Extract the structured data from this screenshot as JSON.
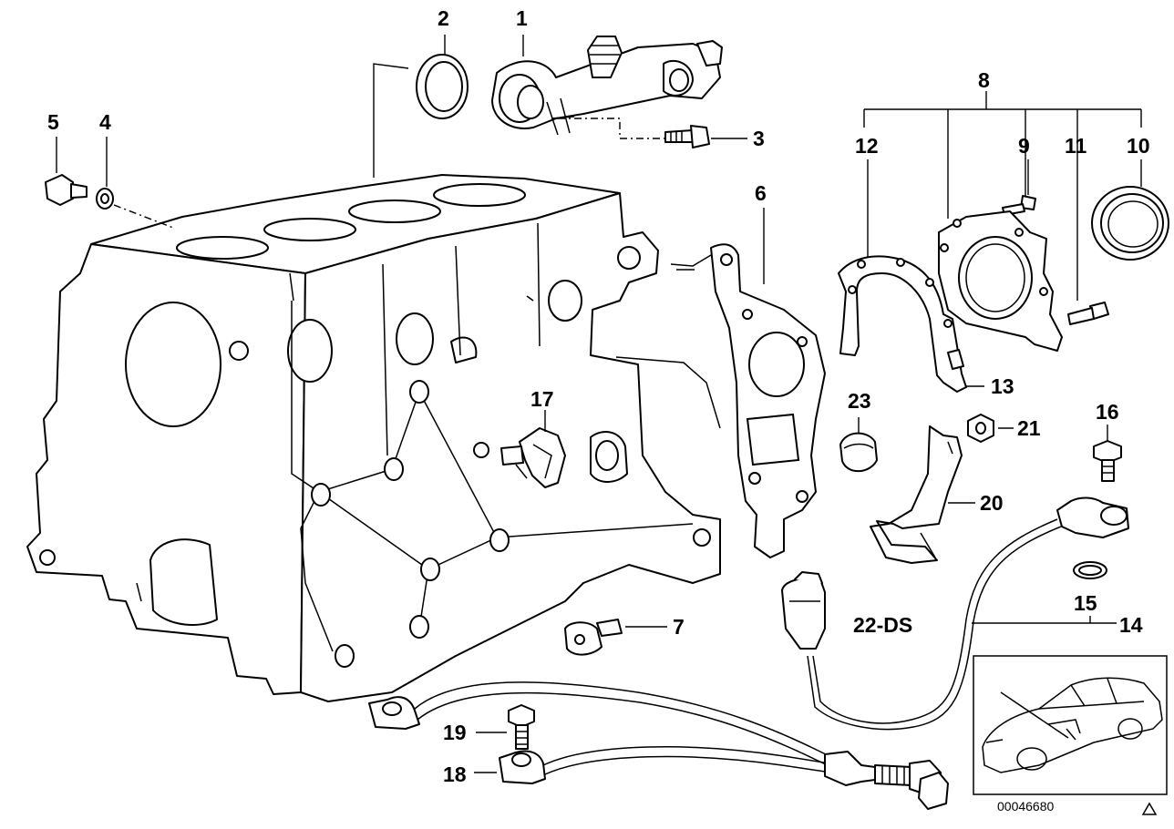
{
  "callouts": [
    {
      "id": "1",
      "label": "1"
    },
    {
      "id": "2",
      "label": "2"
    },
    {
      "id": "3",
      "label": "3"
    },
    {
      "id": "4",
      "label": "4"
    },
    {
      "id": "5",
      "label": "5"
    },
    {
      "id": "6",
      "label": "6"
    },
    {
      "id": "7",
      "label": "7"
    },
    {
      "id": "8",
      "label": "8"
    },
    {
      "id": "9",
      "label": "9"
    },
    {
      "id": "10",
      "label": "10"
    },
    {
      "id": "11",
      "label": "11"
    },
    {
      "id": "12",
      "label": "12"
    },
    {
      "id": "13",
      "label": "13"
    },
    {
      "id": "14",
      "label": "14"
    },
    {
      "id": "15",
      "label": "15"
    },
    {
      "id": "16",
      "label": "16"
    },
    {
      "id": "17",
      "label": "17"
    },
    {
      "id": "18",
      "label": "18"
    },
    {
      "id": "19",
      "label": "19"
    },
    {
      "id": "20",
      "label": "20"
    },
    {
      "id": "21",
      "label": "21"
    },
    {
      "id": "22",
      "label": "22-DS"
    },
    {
      "id": "23",
      "label": "23"
    }
  ],
  "reference_number": "00046680",
  "corner_mark": "triangle-mark-icon"
}
